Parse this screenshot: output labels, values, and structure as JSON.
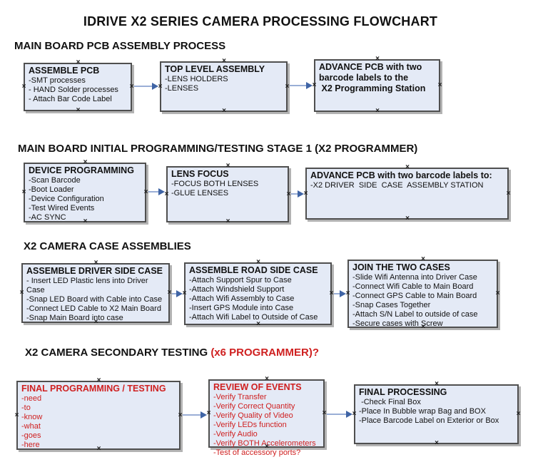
{
  "page_title": "IDRIVE X2  SERIES CAMERA PROCESSING FLOWCHART",
  "colors": {
    "box_fill": "#e4eaf6",
    "box_border": "#4f4f4f",
    "box_shadow": "#b3b3b3",
    "red_accent": "#cf2020",
    "arrow_line": "#9aaed6",
    "arrow_head": "#3f64a5",
    "text": "#111111"
  },
  "icons": {
    "connection-handle": "×",
    "arrowhead": "right-triangle"
  },
  "sections": [
    {
      "heading": "MAIN BOARD PCB ASSEMBLY PROCESS",
      "heading_red": "",
      "boxes": [
        {
          "title": "ASSEMBLE PCB",
          "lines": [
            "-SMT processes",
            "- HAND Solder processes",
            "- Attach Bar Code Label"
          ]
        },
        {
          "title": "TOP LEVEL ASSEMBLY",
          "lines": [
            "-LENS HOLDERS",
            "-LENSES"
          ]
        },
        {
          "title": "ADVANCE PCB with two barcode labels to the\n X2 Programming Station",
          "lines": []
        }
      ]
    },
    {
      "heading": "MAIN BOARD INITIAL PROGRAMMING/TESTING STAGE 1 (X2 PROGRAMMER)",
      "heading_red": "",
      "boxes": [
        {
          "title": "DEVICE PROGRAMMING",
          "lines": [
            "-Scan Barcode",
            "-Boot Loader",
            "-Device Configuration",
            "-Test Wired Events",
            "-AC SYNC"
          ]
        },
        {
          "title": "LENS FOCUS",
          "lines": [
            "-FOCUS BOTH LENSES",
            "-GLUE LENSES"
          ]
        },
        {
          "title": "ADVANCE PCB with two barcode labels to:",
          "lines": [
            "-X2 DRIVER  SIDE  CASE  ASSEMBLY STATION"
          ]
        }
      ]
    },
    {
      "heading": "X2 CAMERA CASE ASSEMBLIES",
      "heading_red": "",
      "boxes": [
        {
          "title": "ASSEMBLE DRIVER SIDE CASE",
          "lines": [
            "- Insert LED Plastic lens into Driver Case",
            "-Snap LED Board with Cable into Case",
            "-Connect LED Cable to X2 Main Board",
            "-Snap Main Board into case"
          ]
        },
        {
          "title": "ASSEMBLE ROAD SIDE CASE",
          "lines": [
            "-Attach Support Spur to Case",
            "-Attach Windshield Support",
            "-Attach Wifi Assembly to Case",
            "-Insert GPS Module into Case",
            "-Attach Wifi Label to Outside of Case"
          ]
        },
        {
          "title": "JOIN THE TWO CASES",
          "lines": [
            "-Slide Wifi Antenna into Driver Case",
            "-Connect Wifi Cable to Main Board",
            "-Connect GPS Cable to Main Board",
            "-Snap Cases Together",
            "-Attach S/N Label to outside of case",
            "-Secure cases with Screw"
          ]
        }
      ]
    },
    {
      "heading": "X2 CAMERA SECONDARY TESTING  ",
      "heading_red": "(x6 PROGRAMMER)?",
      "boxes": [
        {
          "title": "FINAL PROGRAMMING / TESTING",
          "lines": [
            "-need",
            "-to",
            "-know",
            "-what",
            "-goes",
            "-here"
          ]
        },
        {
          "title": "REVIEW OF EVENTS",
          "lines": [
            "-Verify Transfer",
            "-Verify Correct Quantity",
            "-Verify Quality of Video",
            "-Verify LEDs function",
            "-Verify Audio",
            "-Verify BOTH Accelerometers",
            "-Test of accessory ports?"
          ]
        },
        {
          "title": "FINAL PROCESSING",
          "lines": [
            " -Check Final Box",
            "-Place In Bubble wrap Bag and BOX",
            "-Place Barcode Label on Exterior or Box"
          ]
        }
      ]
    }
  ]
}
